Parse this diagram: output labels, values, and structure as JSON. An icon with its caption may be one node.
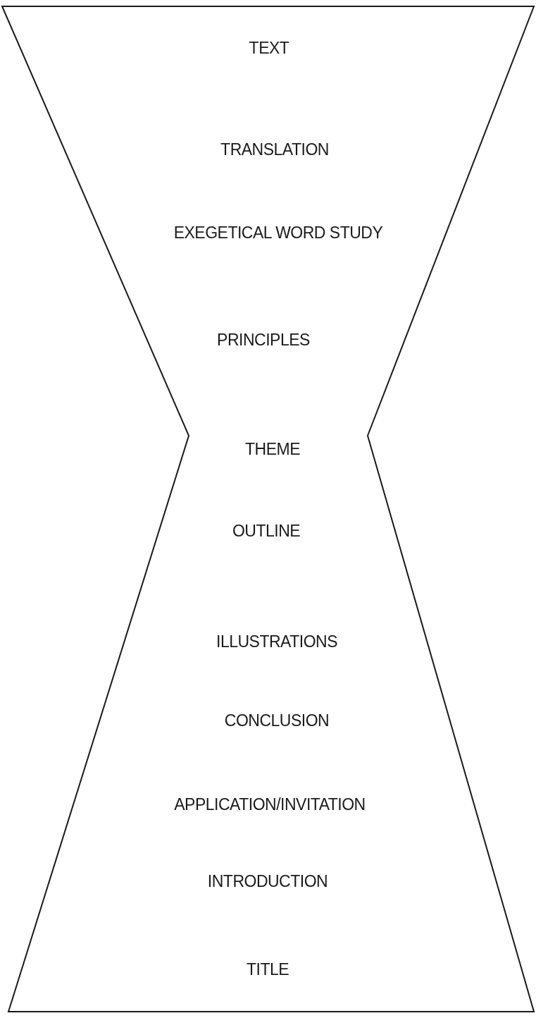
{
  "diagram": {
    "nodes": [
      {
        "text": [
          "TEXT",
          "TRANSLATION",
          "EXEGETICAL WORD STUDY",
          "PRINCIPLES",
          "THEME",
          "OUTLINE",
          "ILLUSTRATIONS",
          "CONCLUSION",
          "APPLICATION/INVITATION",
          "INTRODUCTION",
          "TITLE"
        ]
      }
    ],
    "edges": []
  }
}
